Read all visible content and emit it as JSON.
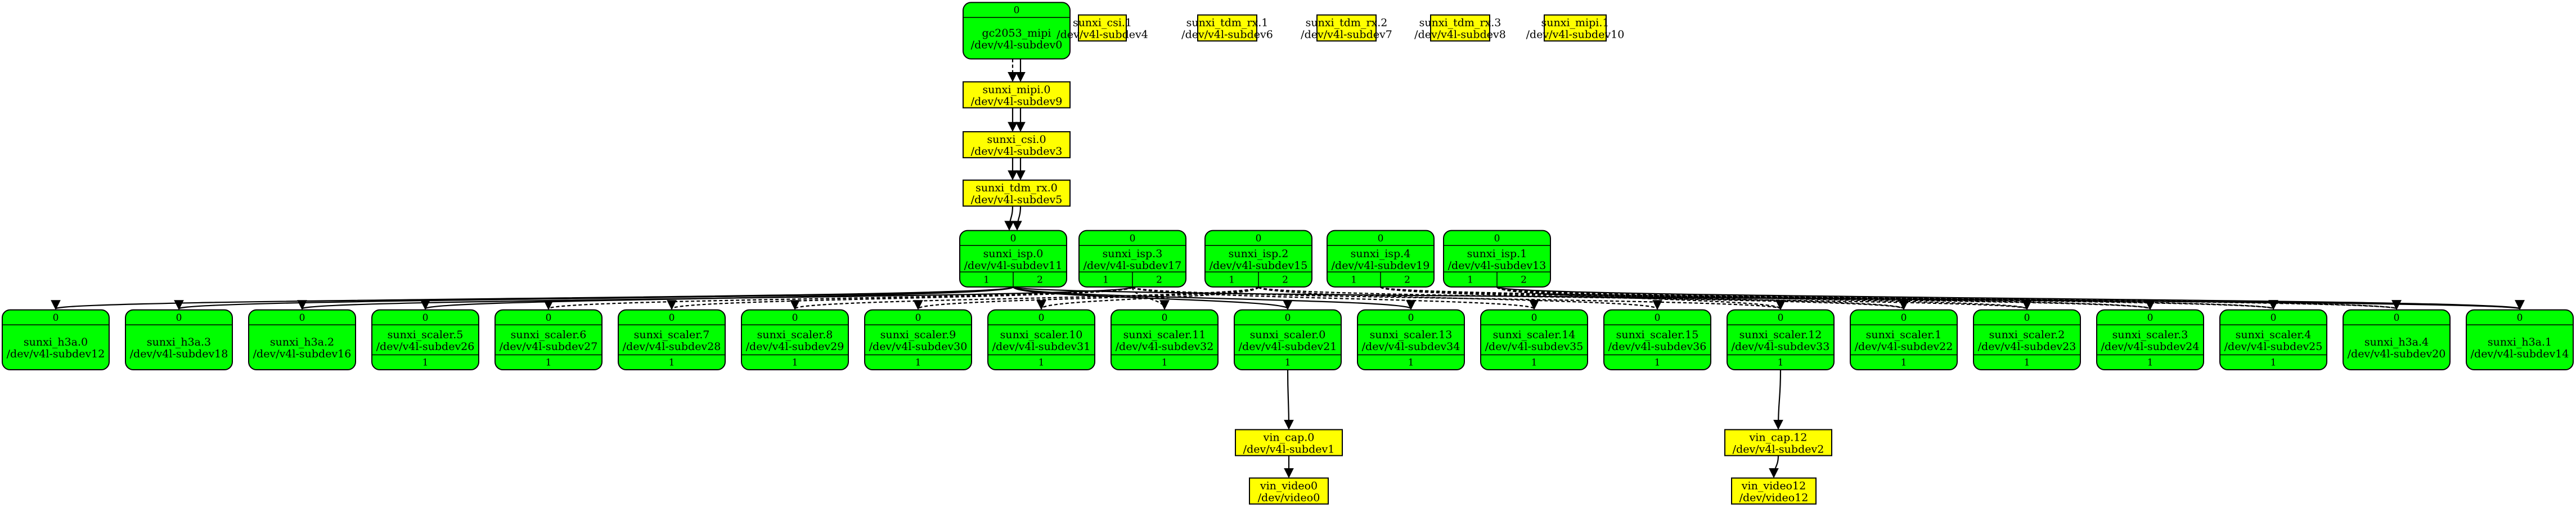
{
  "colors": {
    "entity": "#00ff00",
    "subdev": "#ffff00",
    "stroke": "#000000"
  },
  "nodes": [
    {
      "id": "gc2053",
      "kind": "entity",
      "name": "gc2053_mipi",
      "dev": "/dev/v4l-subdev0",
      "top": [
        "0"
      ]
    },
    {
      "id": "csi1",
      "kind": "subdev",
      "name": "sunxi_csi.1",
      "dev": "/dev/v4l-subdev4"
    },
    {
      "id": "tdm1",
      "kind": "subdev",
      "name": "sunxi_tdm_rx.1",
      "dev": "/dev/v4l-subdev6"
    },
    {
      "id": "tdm2",
      "kind": "subdev",
      "name": "sunxi_tdm_rx.2",
      "dev": "/dev/v4l-subdev7"
    },
    {
      "id": "tdm3",
      "kind": "subdev",
      "name": "sunxi_tdm_rx.3",
      "dev": "/dev/v4l-subdev8"
    },
    {
      "id": "mipi1",
      "kind": "subdev",
      "name": "sunxi_mipi.1",
      "dev": "/dev/v4l-subdev10"
    },
    {
      "id": "mipi0",
      "kind": "subdev",
      "name": "sunxi_mipi.0",
      "dev": "/dev/v4l-subdev9"
    },
    {
      "id": "csi0",
      "kind": "subdev",
      "name": "sunxi_csi.0",
      "dev": "/dev/v4l-subdev3"
    },
    {
      "id": "tdm0",
      "kind": "subdev",
      "name": "sunxi_tdm_rx.0",
      "dev": "/dev/v4l-subdev5"
    },
    {
      "id": "isp0",
      "kind": "entity",
      "name": "sunxi_isp.0",
      "dev": "/dev/v4l-subdev11",
      "top": [
        "0"
      ],
      "bottom": [
        "1",
        "2"
      ]
    },
    {
      "id": "isp3",
      "kind": "entity",
      "name": "sunxi_isp.3",
      "dev": "/dev/v4l-subdev17",
      "top": [
        "0"
      ],
      "bottom": [
        "1",
        "2"
      ]
    },
    {
      "id": "isp2",
      "kind": "entity",
      "name": "sunxi_isp.2",
      "dev": "/dev/v4l-subdev15",
      "top": [
        "0"
      ],
      "bottom": [
        "1",
        "2"
      ]
    },
    {
      "id": "isp4",
      "kind": "entity",
      "name": "sunxi_isp.4",
      "dev": "/dev/v4l-subdev19",
      "top": [
        "0"
      ],
      "bottom": [
        "1",
        "2"
      ]
    },
    {
      "id": "isp1",
      "kind": "entity",
      "name": "sunxi_isp.1",
      "dev": "/dev/v4l-subdev13",
      "top": [
        "0"
      ],
      "bottom": [
        "1",
        "2"
      ]
    },
    {
      "id": "h3a0",
      "kind": "entity",
      "name": "sunxi_h3a.0",
      "dev": "/dev/v4l-subdev12",
      "top": [
        "0"
      ]
    },
    {
      "id": "h3a3",
      "kind": "entity",
      "name": "sunxi_h3a.3",
      "dev": "/dev/v4l-subdev18",
      "top": [
        "0"
      ]
    },
    {
      "id": "h3a2",
      "kind": "entity",
      "name": "sunxi_h3a.2",
      "dev": "/dev/v4l-subdev16",
      "top": [
        "0"
      ]
    },
    {
      "id": "sc5",
      "kind": "entity",
      "name": "sunxi_scaler.5",
      "dev": "/dev/v4l-subdev26",
      "top": [
        "0"
      ],
      "bottom": [
        "1"
      ]
    },
    {
      "id": "sc6",
      "kind": "entity",
      "name": "sunxi_scaler.6",
      "dev": "/dev/v4l-subdev27",
      "top": [
        "0"
      ],
      "bottom": [
        "1"
      ]
    },
    {
      "id": "sc7",
      "kind": "entity",
      "name": "sunxi_scaler.7",
      "dev": "/dev/v4l-subdev28",
      "top": [
        "0"
      ],
      "bottom": [
        "1"
      ]
    },
    {
      "id": "sc8",
      "kind": "entity",
      "name": "sunxi_scaler.8",
      "dev": "/dev/v4l-subdev29",
      "top": [
        "0"
      ],
      "bottom": [
        "1"
      ]
    },
    {
      "id": "sc9",
      "kind": "entity",
      "name": "sunxi_scaler.9",
      "dev": "/dev/v4l-subdev30",
      "top": [
        "0"
      ],
      "bottom": [
        "1"
      ]
    },
    {
      "id": "sc10",
      "kind": "entity",
      "name": "sunxi_scaler.10",
      "dev": "/dev/v4l-subdev31",
      "top": [
        "0"
      ],
      "bottom": [
        "1"
      ]
    },
    {
      "id": "sc11",
      "kind": "entity",
      "name": "sunxi_scaler.11",
      "dev": "/dev/v4l-subdev32",
      "top": [
        "0"
      ],
      "bottom": [
        "1"
      ]
    },
    {
      "id": "sc0",
      "kind": "entity",
      "name": "sunxi_scaler.0",
      "dev": "/dev/v4l-subdev21",
      "top": [
        "0"
      ],
      "bottom": [
        "1"
      ]
    },
    {
      "id": "sc13",
      "kind": "entity",
      "name": "sunxi_scaler.13",
      "dev": "/dev/v4l-subdev34",
      "top": [
        "0"
      ],
      "bottom": [
        "1"
      ]
    },
    {
      "id": "sc14",
      "kind": "entity",
      "name": "sunxi_scaler.14",
      "dev": "/dev/v4l-subdev35",
      "top": [
        "0"
      ],
      "bottom": [
        "1"
      ]
    },
    {
      "id": "sc15",
      "kind": "entity",
      "name": "sunxi_scaler.15",
      "dev": "/dev/v4l-subdev36",
      "top": [
        "0"
      ],
      "bottom": [
        "1"
      ]
    },
    {
      "id": "sc12",
      "kind": "entity",
      "name": "sunxi_scaler.12",
      "dev": "/dev/v4l-subdev33",
      "top": [
        "0"
      ],
      "bottom": [
        "1"
      ]
    },
    {
      "id": "sc1",
      "kind": "entity",
      "name": "sunxi_scaler.1",
      "dev": "/dev/v4l-subdev22",
      "top": [
        "0"
      ],
      "bottom": [
        "1"
      ]
    },
    {
      "id": "sc2",
      "kind": "entity",
      "name": "sunxi_scaler.2",
      "dev": "/dev/v4l-subdev23",
      "top": [
        "0"
      ],
      "bottom": [
        "1"
      ]
    },
    {
      "id": "sc3",
      "kind": "entity",
      "name": "sunxi_scaler.3",
      "dev": "/dev/v4l-subdev24",
      "top": [
        "0"
      ],
      "bottom": [
        "1"
      ]
    },
    {
      "id": "sc4",
      "kind": "entity",
      "name": "sunxi_scaler.4",
      "dev": "/dev/v4l-subdev25",
      "top": [
        "0"
      ],
      "bottom": [
        "1"
      ]
    },
    {
      "id": "h3a4",
      "kind": "entity",
      "name": "sunxi_h3a.4",
      "dev": "/dev/v4l-subdev20",
      "top": [
        "0"
      ]
    },
    {
      "id": "h3a1",
      "kind": "entity",
      "name": "sunxi_h3a.1",
      "dev": "/dev/v4l-subdev14",
      "top": [
        "0"
      ]
    },
    {
      "id": "vincap0",
      "kind": "subdev",
      "name": "vin_cap.0",
      "dev": "/dev/v4l-subdev1"
    },
    {
      "id": "vincap12",
      "kind": "subdev",
      "name": "vin_cap.12",
      "dev": "/dev/v4l-subdev2"
    },
    {
      "id": "vinvideo0",
      "kind": "subdev",
      "name": "vin_video0",
      "dev": "/dev/video0"
    },
    {
      "id": "vinvideo12",
      "kind": "subdev",
      "name": "vin_video12",
      "dev": "/dev/video12"
    }
  ],
  "edges": [
    {
      "from": "gc2053",
      "to": "mipi0",
      "style": "dashed"
    },
    {
      "from": "gc2053",
      "to": "mipi0",
      "style": "solid"
    },
    {
      "from": "mipi0",
      "to": "csi0",
      "style": "solid"
    },
    {
      "from": "mipi0",
      "to": "csi0",
      "style": "solid"
    },
    {
      "from": "csi0",
      "to": "tdm0",
      "style": "solid"
    },
    {
      "from": "csi0",
      "to": "tdm0",
      "style": "solid"
    },
    {
      "from": "tdm0",
      "to": "isp0",
      "style": "solid"
    },
    {
      "from": "tdm0",
      "to": "isp0",
      "style": "solid"
    },
    {
      "from": "isp0",
      "to": "h3a0",
      "style": "solid"
    },
    {
      "from": "isp0",
      "to": "h3a3",
      "style": "solid"
    },
    {
      "from": "isp0",
      "to": "sc0",
      "style": "solid"
    },
    {
      "from": "isp0",
      "to": "sc5",
      "style": "solid"
    },
    {
      "from": "isp0",
      "to": "sc13",
      "style": "solid"
    },
    {
      "from": "isp0",
      "to": "h3a1",
      "style": "solid"
    },
    {
      "from": "isp3",
      "to": "h3a2",
      "style": "solid"
    },
    {
      "from": "isp3",
      "to": "sc6",
      "style": "dashed"
    },
    {
      "from": "isp3",
      "to": "sc7",
      "style": "dashed"
    },
    {
      "from": "isp3",
      "to": "sc11",
      "style": "dashed"
    },
    {
      "from": "isp3",
      "to": "sc14",
      "style": "dashed"
    },
    {
      "from": "isp3",
      "to": "sc12",
      "style": "dashed"
    },
    {
      "from": "isp2",
      "to": "sc8",
      "style": "dashed"
    },
    {
      "from": "isp2",
      "to": "sc9",
      "style": "dashed"
    },
    {
      "from": "isp2",
      "to": "sc10",
      "style": "dashed"
    },
    {
      "from": "isp2",
      "to": "sc15",
      "style": "dashed"
    },
    {
      "from": "isp2",
      "to": "sc2",
      "style": "dashed"
    },
    {
      "from": "isp4",
      "to": "sc1",
      "style": "dashed"
    },
    {
      "from": "isp4",
      "to": "sc3",
      "style": "dashed"
    },
    {
      "from": "isp4",
      "to": "sc4",
      "style": "dashed"
    },
    {
      "from": "isp4",
      "to": "h3a4",
      "style": "dashed"
    },
    {
      "from": "isp1",
      "to": "sc12",
      "style": "dashed"
    },
    {
      "from": "isp1",
      "to": "sc1",
      "style": "dashed"
    },
    {
      "from": "isp1",
      "to": "sc2",
      "style": "dashed"
    },
    {
      "from": "isp1",
      "to": "sc3",
      "style": "dashed"
    },
    {
      "from": "isp1",
      "to": "sc4",
      "style": "dashed"
    },
    {
      "from": "isp1",
      "to": "h3a4",
      "style": "dashed"
    },
    {
      "from": "isp1",
      "to": "h3a1",
      "style": "solid"
    },
    {
      "from": "sc0",
      "to": "vincap0",
      "style": "solid"
    },
    {
      "from": "vincap0",
      "to": "vinvideo0",
      "style": "solid"
    },
    {
      "from": "sc12",
      "to": "vincap12",
      "style": "solid"
    },
    {
      "from": "vincap12",
      "to": "vinvideo12",
      "style": "solid"
    }
  ]
}
